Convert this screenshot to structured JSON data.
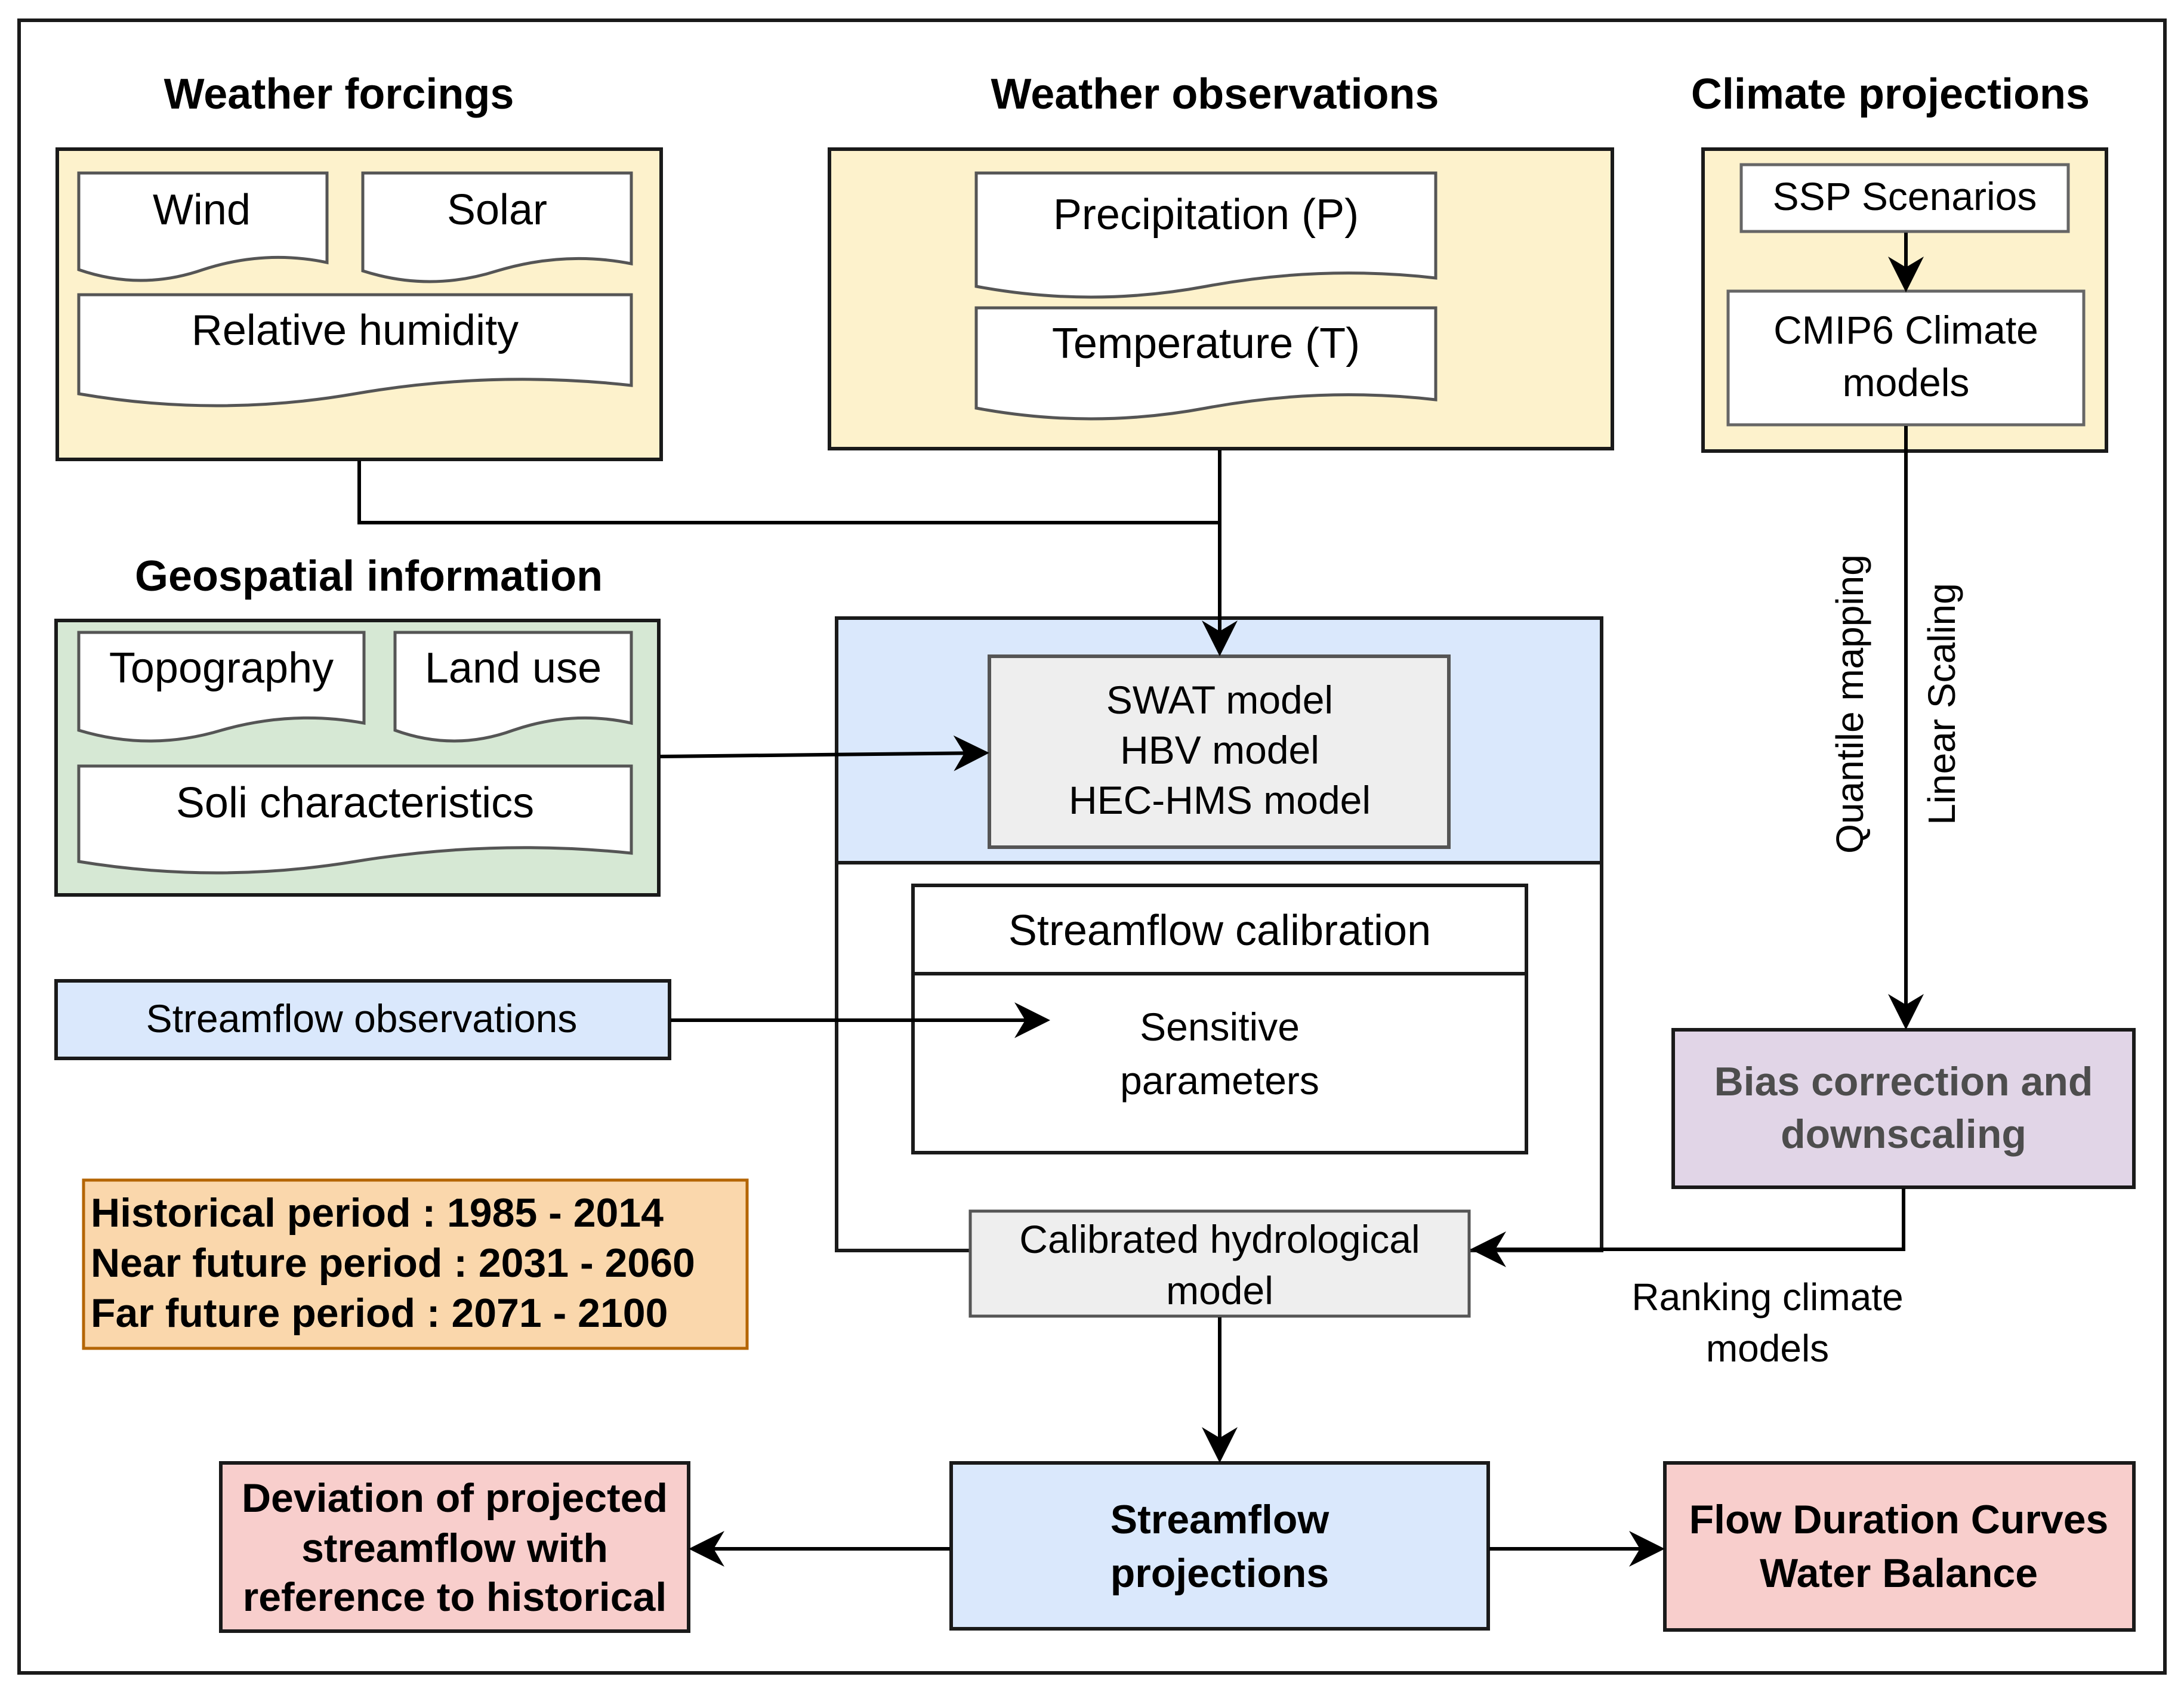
{
  "colors": {
    "yellow": "#fdf2cc",
    "green": "#d6e8d4",
    "blue": "#dae8fc",
    "purple": "#e1d5e7",
    "pink": "#f8cecc",
    "orange": "#fad7ac",
    "orange_border": "#b46504",
    "gray": "#eeeeee"
  },
  "sections": {
    "weather_forcings": {
      "title": "Weather forcings",
      "items": [
        "Wind",
        "Solar",
        "Relative humidity"
      ]
    },
    "weather_observations": {
      "title": "Weather observations",
      "items": [
        "Precipitation (P)",
        "Temperature (T)"
      ]
    },
    "climate_projections": {
      "title": "Climate projections",
      "ssp": "SSP Scenarios",
      "cmip6": [
        "CMIP6 Climate",
        "models"
      ]
    },
    "geospatial": {
      "title": "Geospatial information",
      "items": [
        "Topography",
        "Land use",
        "Soli characteristics"
      ]
    }
  },
  "models": [
    "SWAT model",
    "HBV model",
    "HEC-HMS model"
  ],
  "calibration": {
    "title": "Streamflow calibration",
    "body": [
      "Sensitive",
      "parameters"
    ]
  },
  "streamflow_observations": "Streamflow observations",
  "periods": [
    "Historical period : 1985 - 2014",
    "Near future period : 2031 - 2060",
    "Far future period : 2071 - 2100"
  ],
  "calibrated_model": [
    "Calibrated hydrological",
    "model"
  ],
  "bias_correction": [
    "Bias correction and",
    "downscaling"
  ],
  "methods": [
    "Quantile mapping",
    "Linear Scaling"
  ],
  "ranking": [
    "Ranking climate",
    "models"
  ],
  "streamflow_projections": [
    "Streamflow",
    "projections"
  ],
  "deviation": [
    "Deviation of projected",
    "streamflow with",
    "reference to historical"
  ],
  "outputs": [
    "Flow Duration Curves",
    "Water Balance"
  ]
}
